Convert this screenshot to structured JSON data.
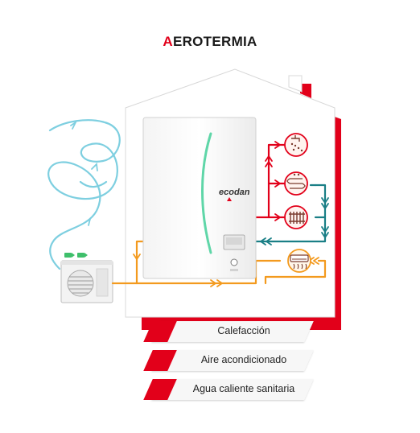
{
  "title": {
    "first_letter": "A",
    "rest": "EROTERMIA"
  },
  "unit": {
    "brand": "ecodan"
  },
  "legend": [
    {
      "label": "Calefacción"
    },
    {
      "label": "Aire acondicionado"
    },
    {
      "label": "Agua caliente sanitaria"
    }
  ],
  "colors": {
    "accent_red": "#e2001a",
    "pipe_teal": "#1a7f86",
    "pipe_orange": "#f39a1e",
    "air_swirl": "#7ecfe0",
    "unit_green_stripe": "#5fd6a8"
  },
  "icons": {
    "house": "house-outline",
    "indoor_unit": "heat-pump-indoor-unit",
    "outdoor_unit": "heat-pump-outdoor-unit",
    "circuit_1": "shower-tap-icon",
    "circuit_2": "underfloor-heating-icon",
    "circuit_3": "radiator-icon",
    "circuit_4": "air-conditioner-icon"
  }
}
